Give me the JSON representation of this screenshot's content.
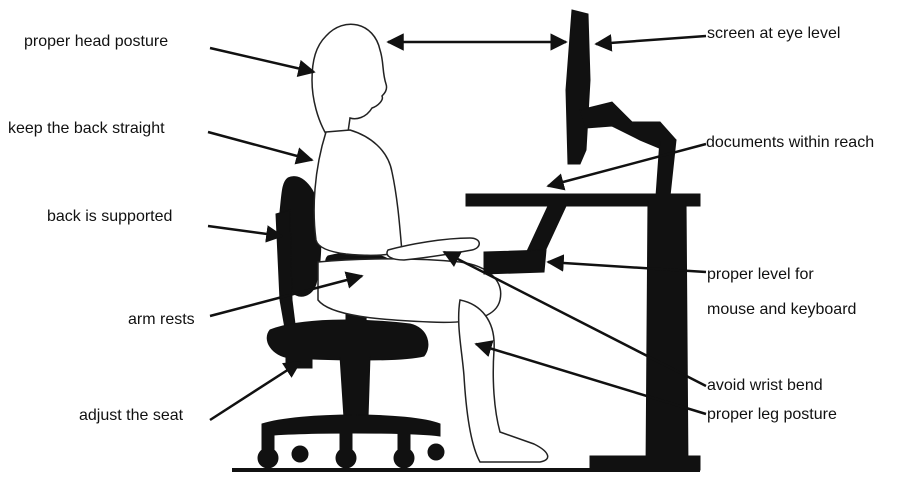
{
  "labels": {
    "head": "proper head posture",
    "back": "keep the back straight",
    "support": "back is supported",
    "armrests": "arm rests",
    "seat": "adjust the seat",
    "screen": "screen at eye level",
    "documents": "documents within reach",
    "mouse_line1": "proper level for",
    "mouse_line2": "mouse and keyboard",
    "wrist": "avoid wrist bend",
    "leg": "proper leg posture"
  },
  "colors": {
    "ink": "#111111",
    "figure_fill": "#ffffff"
  }
}
